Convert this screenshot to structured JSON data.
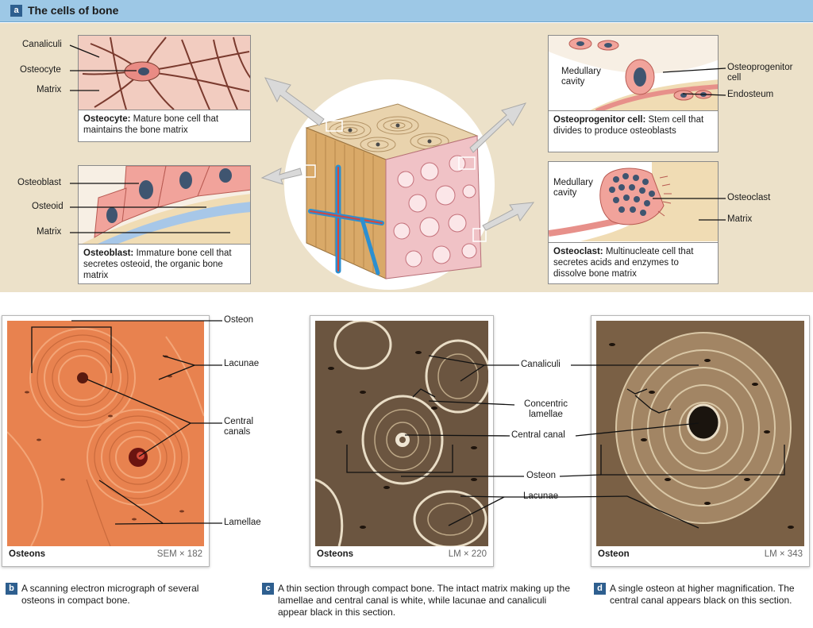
{
  "header": {
    "letter": "a",
    "title": "The cells of bone"
  },
  "osteocyte": {
    "labels": [
      "Canaliculi",
      "Osteocyte",
      "Matrix"
    ],
    "caption_bold": "Osteocyte:",
    "caption_rest": " Mature bone cell that maintains the bone matrix"
  },
  "osteoblast": {
    "labels": [
      "Osteoblast",
      "Osteoid",
      "Matrix"
    ],
    "caption_bold": "Osteoblast:",
    "caption_rest": " Immature bone cell that secretes osteoid, the organic bone matrix"
  },
  "osteoprogenitor": {
    "labels": [
      "Medullary cavity",
      "Osteoprogenitor cell",
      "Endosteum"
    ],
    "caption_bold": "Osteoprogenitor cell:",
    "caption_rest": " Stem cell that divides to produce osteoblasts"
  },
  "osteoclast": {
    "labels": [
      "Medullary cavity",
      "Osteoclast",
      "Matrix"
    ],
    "caption_bold": "Osteoclast:",
    "caption_rest": " Multinucleate cell that secretes acids and enzymes to dissolve bone matrix"
  },
  "micro_b": {
    "name": "Osteons",
    "mag": "SEM × 182",
    "labels": [
      "Osteon",
      "Lacunae",
      "Central canals",
      "Lamellae"
    ],
    "letter": "b",
    "caption": "A scanning electron micrograph of several osteons in compact bone."
  },
  "micro_c": {
    "name": "Osteons",
    "mag": "LM × 220",
    "labels": [
      "Canaliculi",
      "Concentric lamellae",
      "Central canal",
      "Osteon",
      "Lacunae"
    ],
    "letter": "c",
    "caption": "A thin section through compact bone. The intact matrix making up the lamellae and central canal is white, while lacunae and canaliculi appear black in this section."
  },
  "micro_d": {
    "name": "Osteon",
    "mag": "LM × 343",
    "letter": "d",
    "caption": "A single osteon at higher magnification. The central canal appears black on this section."
  },
  "colors": {
    "header_bg": "#9dc8e6",
    "panel_bg": "#ece1c9",
    "letter_box": "#2e5f8f",
    "sem_orange": "#e8824f",
    "lm_brown": "#6b5540"
  }
}
